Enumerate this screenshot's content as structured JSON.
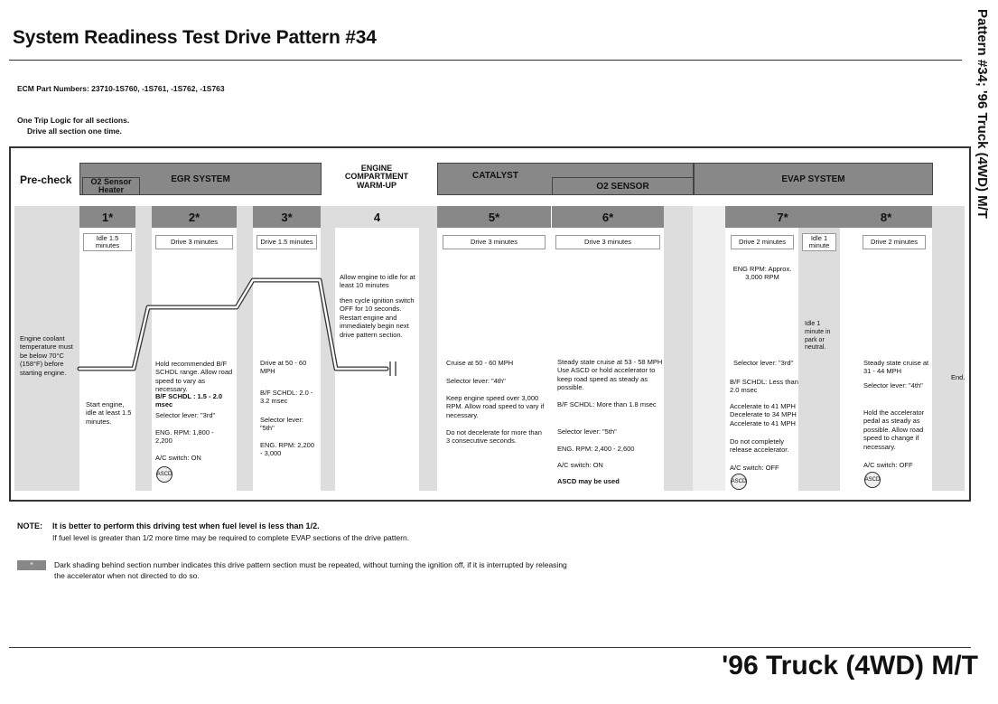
{
  "title": "System Readiness Test Drive Pattern #34",
  "side_title": "Pattern #34; '96 Truck (4WD) M/T",
  "footer_title": "'96 Truck (4WD) M/T",
  "ecm": "ECM Part Numbers:  23710-1S760,  -1S761, -1S762, -1S763",
  "logic_line1": "One Trip Logic for all sections.",
  "logic_line2": "Drive all section one time.",
  "headers": {
    "precheck": "Pre-check",
    "o2_heater": "O2 Sensor Heater",
    "egr": "EGR SYSTEM",
    "engine_warm": "ENGINE COMPARTMENT WARM-UP",
    "catalyst": "CATALYST",
    "o2_sensor": "O2 SENSOR",
    "evap": "EVAP SYSTEM"
  },
  "sections": {
    "s1": "1*",
    "s2": "2*",
    "s3": "3*",
    "s4": "4",
    "s5": "5*",
    "s6": "6*",
    "s7": "7*",
    "s8": "8*"
  },
  "boxes": {
    "b1": "Idle 1.5 minutes",
    "b2": "Drive 3 minutes",
    "b3": "Drive 1.5 minutes",
    "b5": "Drive 3 minutes",
    "b6": "Drive 3 minutes",
    "b7": "Drive 2 minutes",
    "b7b": "Idle 1 minute",
    "b8": "Drive 2 minutes"
  },
  "notes": {
    "pre": "Engine coolant temperature must be below 70°C (158°F) before starting engine.",
    "n1": "Start engine, idle at least 1.5 minutes.",
    "n2_1": "Hold recommended B/F SCHDL range.  Allow road speed to vary as necessary.",
    "n2_2": "B/F SCHDL :  1.5 - 2.0 msec",
    "n2_3": "Selector lever:  \"3rd\"",
    "n2_4": "ENG. RPM: 1,800 - 2,200",
    "n2_5": "A/C switch: ON",
    "n3_1": "Drive at 50 - 60 MPH",
    "n3_2": "B/F SCHDL: 2.0 - 3.2 msec",
    "n3_3": "Selector lever: \"5th\"",
    "n3_4": "ENG. RPM: 2,200 - 3,000",
    "n4_1": "Allow engine to idle  for at least 10 minutes",
    "n4_2": "then cycle ignition switch OFF for 10 seconds. Restart engine and immediately begin next drive pattern section.",
    "n5_1": "Cruise at 50 - 60 MPH",
    "n5_2": "Selector lever:  \"4th\"",
    "n5_3": "Keep engine speed over 3,000 RPM.  Allow road speed to vary if necessary.",
    "n5_4": "Do not decelerate for more than 3 consecutive seconds.",
    "n6_1": "Steady state cruise at 53 - 58 MPH Use ASCD or hold accelerator to keep road speed as steady as possible.",
    "n6_2": "B/F SCHDL: More than 1.8 msec",
    "n6_3": "Selector lever: \"5th\"",
    "n6_4": "ENG. RPM: 2,400 - 2,600",
    "n6_5": "A/C switch: ON",
    "n6_6": "ASCD may be used",
    "n7_rpm": "ENG RPM: Approx. 3,000 RPM",
    "n7_1": "Selector lever: \"3rd\"",
    "n7_2": "B/F SCHDL: Less than 2.0 msec",
    "n7_3": "Accelerate to 41 MPH Decelerate to 34 MPH Accelerate to 41 MPH",
    "n7_4": "Do not completely release accelerator.",
    "n7_5": "A/C switch: OFF",
    "n7b": "Idle 1 minute in park or neutral.",
    "n8_1": "Steady state cruise at 31 - 44 MPH",
    "n8_2": "Selector lever: \"4th\"",
    "n8_3": "Hold the accelerator pedal as steady as possible.  Allow road speed to change if necessary.",
    "n8_4": "A/C switch: OFF",
    "end": "End."
  },
  "ascd": "ASCD",
  "note_label": "NOTE:",
  "note_line1": "It is better to perform this driving test when fuel level is less than 1/2.",
  "note_line2": "If fuel level is greater than 1/2 more time may be required to complete EVAP sections of the drive pattern.",
  "legend_mark": "*",
  "legend_line1": "Dark shading behind section number indicates this drive pattern section must be repeated, without turning the ignition off, if it is interrupted by releasing",
  "legend_line2": "the accelerator when not directed to do so."
}
